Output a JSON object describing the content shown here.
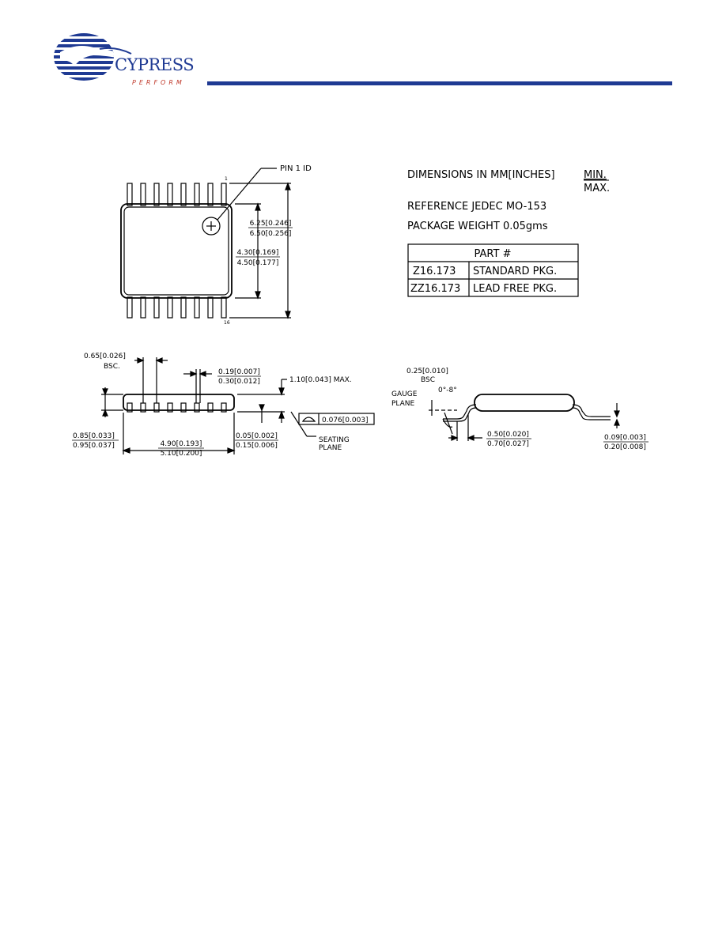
{
  "header": {
    "brand": "CYPRESS",
    "tagline": "PERFORM",
    "logo_icon": "cypress-tree-globe-icon",
    "rule_color": "#1f3a93"
  },
  "notes": {
    "dimensions_line1": "DIMENSIONS IN MM[INCHES]",
    "dimensions_min": "MIN.",
    "dimensions_max": "MAX.",
    "reference": "REFERENCE JEDEC MO-153",
    "weight": "PACKAGE WEIGHT 0.05gms"
  },
  "part_table": {
    "header": "PART #",
    "rows": [
      {
        "code": "Z16.173",
        "desc": "STANDARD PKG."
      },
      {
        "code": "ZZ16.173",
        "desc": "LEAD FREE PKG."
      }
    ]
  },
  "top_view": {
    "pin1_label": "PIN 1 ID",
    "pin1_number": "1",
    "pin16_number": "16",
    "dim_overall_min": "6.25[0.246]",
    "dim_overall_max": "6.50[0.256]",
    "dim_body_min": "4.30[0.169]",
    "dim_body_max": "4.50[0.177]"
  },
  "side_view": {
    "pitch": "0.65[0.026]",
    "pitch_bsc": "BSC.",
    "lead_w_min": "0.19[0.007]",
    "lead_w_max": "0.30[0.012]",
    "height_max": "1.10[0.043] MAX.",
    "body_h_min": "0.85[0.033]",
    "body_h_max": "0.95[0.037]",
    "length_min": "4.90[0.193]",
    "length_max": "5.10[0.200]",
    "standoff_min": "0.05[0.002]",
    "standoff_max": "0.15[0.006]",
    "coplanarity": "0.076[0.003]",
    "seating": "SEATING",
    "plane": "PLANE"
  },
  "end_view": {
    "gauge_dim": "0.25[0.010]",
    "gauge_bsc": "BSC",
    "gauge": "GAUGE",
    "plane": "PLANE",
    "angle": "0°-8°",
    "foot_min": "0.50[0.020]",
    "foot_max": "0.70[0.027]",
    "thick_min": "0.09[0.003]",
    "thick_max": "0.20[0.008]"
  }
}
